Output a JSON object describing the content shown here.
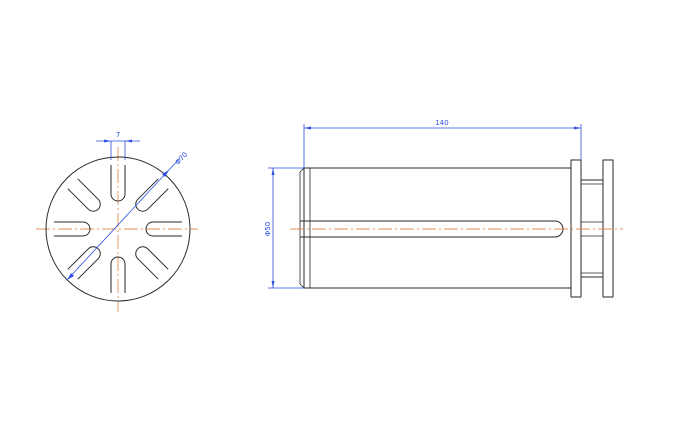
{
  "drawing": {
    "end_view": {
      "slot_width_label": "7",
      "diameter_label": "Φ70",
      "slot_count": 8
    },
    "side_view": {
      "length_label": "140",
      "diameter_label": "Φ50"
    },
    "colors": {
      "outline": "#2a2a2a",
      "dimension": "#2e4fe0",
      "centerline": "#e07020",
      "background": "#ffffff"
    }
  }
}
